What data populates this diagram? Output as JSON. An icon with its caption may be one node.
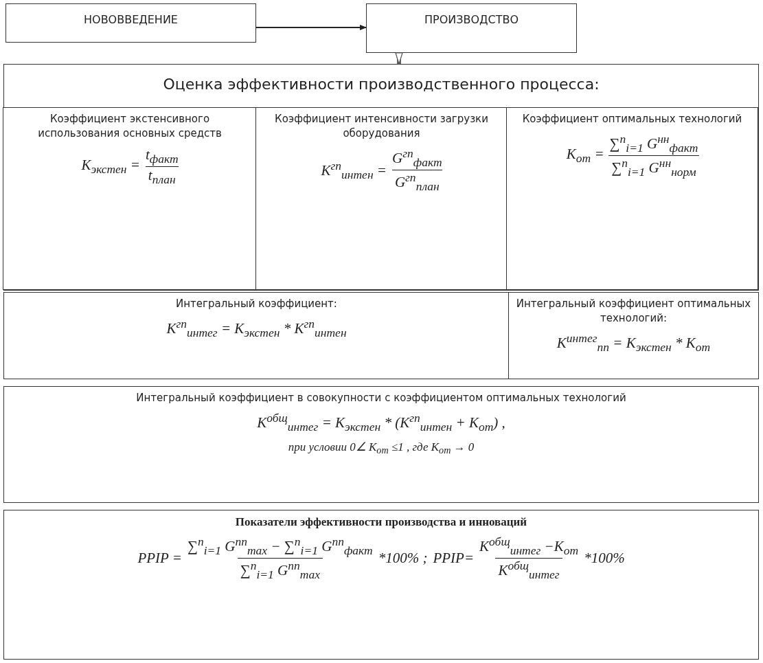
{
  "diagram": {
    "nodes": [
      {
        "text": [
          "НОВОВВЕДЕНИЕ"
        ]
      },
      {
        "text": [
          "ПРОИЗВОДСТВО"
        ]
      },
      {
        "text": [
          "Оценка эффективности производственного процесса:"
        ]
      },
      {
        "text": [
          "Коэффициент экстенсивного использования основных средств",
          "K$_{экстен}$ =",
          "t$_{факт}$",
          "t$_{план}$"
        ],
        "in": 2
      },
      {
        "text": [
          "Коэффициент интенсивности загрузки оборудования",
          "K$^{гп}$$_{интен}$ =",
          "G$^{гп}$$_{факт}$",
          "G$^{гп}$$_{план}$"
        ],
        "in": 2
      },
      {
        "text": [
          "Коэффициент оптимальных технологий",
          "K$_{от}$ =",
          "∑$^{n}$$_{i=1}$ G$^{нн}$$_{факт}$",
          "∑$^{n}$$_{i=1}$ G$^{нн}$$_{норм}$"
        ],
        "in": 2
      },
      {
        "text": [
          "Интегральный коэффициент:",
          "K$^{гп}$$_{интег}$ = K$_{экстен}$ * K$^{гп}$$_{интен}$"
        ]
      },
      {
        "text": [
          "Интегральный коэффициент оптимальных технологий:",
          "K$^{интег}$$_{пп}$ = K$_{экстен}$ * K$_{от}$"
        ]
      },
      {
        "text": [
          "Интегральный коэффициент в совокупности с коэффициентом оптимальных технологий",
          "K$^{общ}$$_{интег}$ = K$_{экстен}$ * (K$^{гп}$$_{интен}$ + K$_{от}$) ,",
          "при условии 0∠ K$_{от}$ ≤1 , где K$_{от}$ → 0"
        ]
      },
      {
        "text": [
          "Показатели эффективности производства и инноваций",
          "PPIP =",
          "∑$^{n}$$_{i=1}$ G$^{пп}$$_{max}$ − ∑$^{n}$$_{i=1}$ G$^{пп}$$_{факт}$",
          "∑$^{n}$$_{i=1}$ G$^{пп}$$_{max}$",
          "*100% ;",
          "PPIP=",
          "K$^{общ}$$_{интег}$ −K$_{от}$",
          "K$^{общ}$$_{интег}$",
          "*100%"
        ]
      }
    ],
    "edges": [
      {
        "from": 0,
        "to": 1,
        "arrow": "to"
      },
      {
        "from": 1,
        "to": 2,
        "arrow": "to",
        "style": "thick"
      }
    ]
  }
}
